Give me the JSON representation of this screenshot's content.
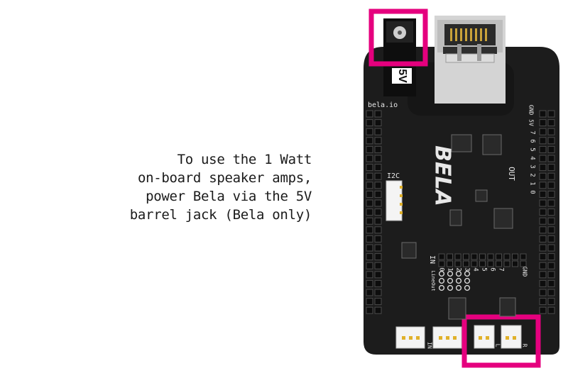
{
  "caption": {
    "lines": [
      "To use the 1 Watt",
      "on-board speaker amps,",
      "power Bela via the 5V",
      "barrel jack (Bela only)"
    ]
  },
  "board": {
    "brand_site": "bela.io",
    "logo": "BELA",
    "barrel_label": "5V",
    "i2c_label": "I2C",
    "out_label": "OUT",
    "in_label": "IN",
    "lineout_label": "LineOut",
    "gnd_label": "GND",
    "gnd_5v_labels": [
      "GND",
      "5V"
    ],
    "out_pin_labels": [
      "7",
      "6",
      "5",
      "4",
      "3",
      "2",
      "1",
      "0"
    ],
    "in_pin_labels": [
      "0",
      "1",
      "2",
      "3",
      "4",
      "5",
      "6",
      "7"
    ],
    "speaker_in_label": "IN",
    "speaker_l_label": "L",
    "speaker_r_label": "R"
  },
  "colors": {
    "highlight": "#e5007e",
    "board": "#1c1c1c",
    "silk": "#e8e8e8"
  }
}
